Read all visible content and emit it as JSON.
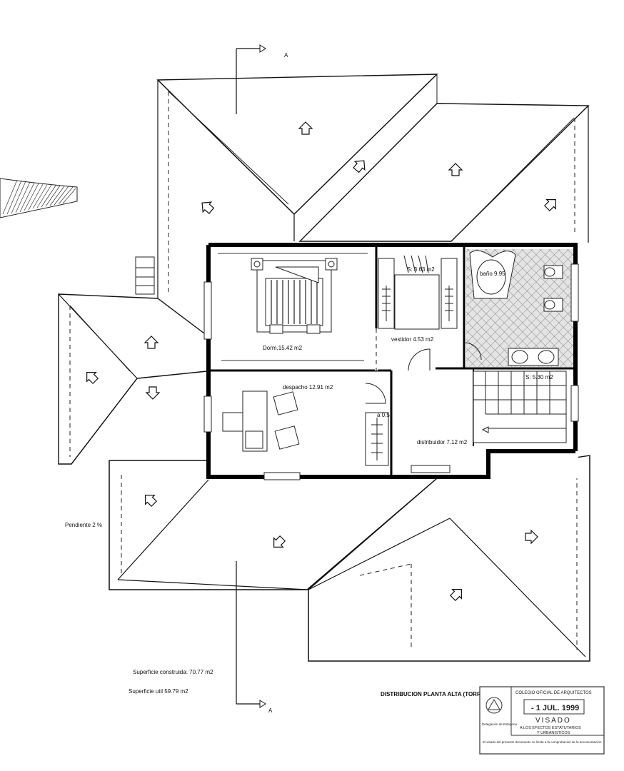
{
  "section_marker_label": "A",
  "rooms": {
    "dormitorio": "Dorm.15.42 m2",
    "s_top": "S: 3.63 m2",
    "bano": "baño 9.95",
    "vestidor": "vestidor  4.53 m2",
    "despacho": "despacho 12.91 m2",
    "s_stair": "S: 5.30 m2",
    "armario": "a 0.5",
    "distribuidor": "distribuidor  7.12 m2"
  },
  "notes": {
    "pendiente": "Pendiente 2 %",
    "superficie_construida": "Superficie construida: 70.77 m2",
    "superficie_util": "Superficie util 59.79 m2"
  },
  "plan_title": "DISTRIBUCION PLANTA ALTA (TORREON)",
  "stamp": {
    "header": "COLEGIO OFICIAL DE ARQUITECTOS",
    "date": "- 1 JUL. 1999",
    "visado": "VISADO",
    "effects_line1": "A LOS EFECTOS ESTATUTARIOS",
    "effects_line2": "Y URBANISTICOS",
    "left_block": "Delegación de Estepona",
    "fine_print": "El visado del presente documento se limita a la comprobación de la documentación"
  }
}
